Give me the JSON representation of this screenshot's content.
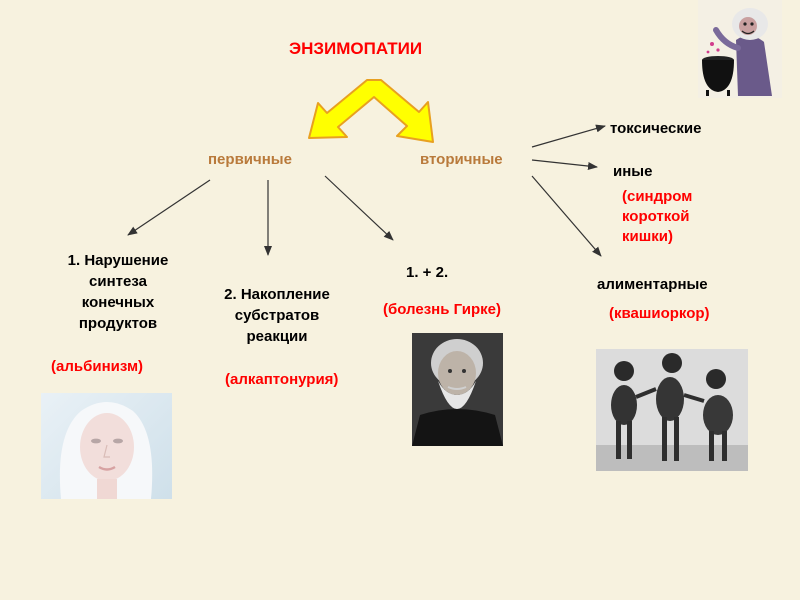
{
  "title": "ЭНЗИМОПАТИИ",
  "branches": {
    "primary": "первичные",
    "secondary": "вторичные"
  },
  "secondary_types": {
    "toxic": "токсические",
    "other": "иные",
    "other_example": [
      "(синдром",
      "короткой",
      "кишки)"
    ],
    "alimentary": "алиментарные",
    "alimentary_example": "(квашиоркор)"
  },
  "primary_types": {
    "synthesis": [
      "1. Нарушение",
      "синтеза",
      "конечных",
      "продуктов"
    ],
    "synthesis_example": "(альбинизм)",
    "accumulation": [
      "2. Накопление",
      "субстратов",
      "реакции"
    ],
    "accumulation_example": "(алкаптонурия)",
    "combined": "1. + 2.",
    "combined_example": "(болезнь Гирке)"
  },
  "colors": {
    "title": "#ff0000",
    "branch": "#b97a3b",
    "example": "#ff0000",
    "arrow_fill": "#ffff00",
    "arrow_stroke": "#f0a020"
  },
  "icons": [
    "witch-cauldron-icon",
    "albino-photo",
    "gierke-portrait-photo",
    "kwashiorkor-children-photo"
  ]
}
